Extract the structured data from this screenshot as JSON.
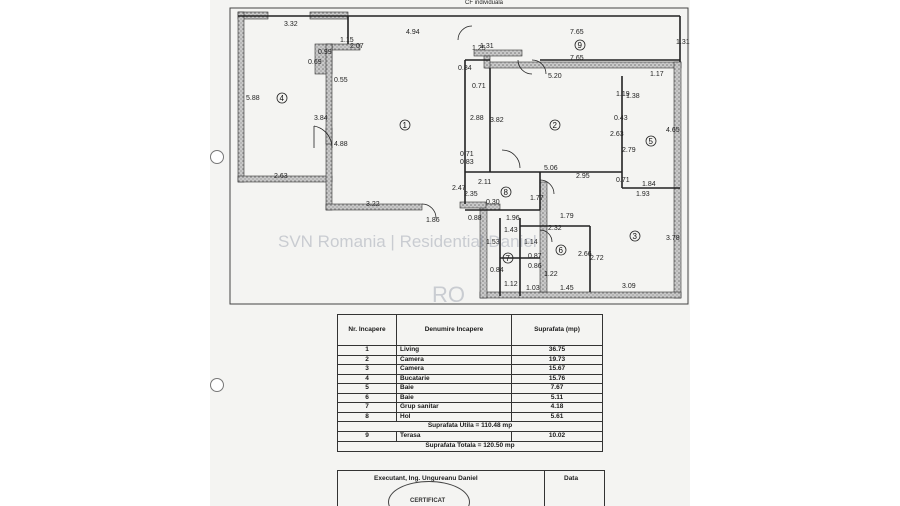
{
  "plan": {
    "header_fragment": "CF individuala",
    "dimensions": {
      "d332": "3.32",
      "d494": "4.94",
      "d765a": "7.65",
      "d765b": "7.65",
      "d131a": "1.31",
      "d131b": "1.31",
      "d125": "1.25",
      "d099": "0.99",
      "d115": "1.15",
      "d207": "2.07",
      "d069": "0.69",
      "d055": "0.55",
      "d588": "5.88",
      "d384": "3.84",
      "d488": "4.88",
      "d263": "2.63",
      "d322": "3.22",
      "d084": "0.84",
      "d071a": "0.71",
      "d520": "5.20",
      "d117": "1.17",
      "d119": "1.19",
      "d138": "1.38",
      "d043": "0.43",
      "d465": "4.65",
      "d288": "2.88",
      "d382": "3.82",
      "d263b": "2.63",
      "d279": "2.79",
      "d071b": "0.71",
      "d083": "0.83",
      "d506": "5.06",
      "d211": "2.11",
      "d295": "2.95",
      "d184": "1.84",
      "d247": "2.47",
      "d235": "2.35",
      "d030": "0.30",
      "d177": "1.77",
      "d193": "1.93",
      "d186": "1.86",
      "d088": "0.88",
      "d196": "1.96",
      "d179": "1.79",
      "d143": "1.43",
      "d232": "2.32",
      "d378": "3.78",
      "d153": "1.53",
      "d114": "1.14",
      "d087": "0.87",
      "d266": "2.66",
      "d272": "2.72",
      "d084b": "0.84",
      "d086": "0.86",
      "d122": "1.22",
      "d112": "1.12",
      "d103": "1.03",
      "d145": "1.45",
      "d309": "3.09",
      "d071c": "0.71"
    },
    "rooms": [
      "1",
      "2",
      "3",
      "4",
      "5",
      "6",
      "7",
      "8",
      "9"
    ]
  },
  "table": {
    "header": {
      "nr": "Nr. Incapere",
      "name": "Denumire Incapere",
      "area": "Suprafata (mp)"
    },
    "rows": [
      {
        "nr": "1",
        "name": "Living",
        "area": "36.75"
      },
      {
        "nr": "2",
        "name": "Camera",
        "area": "19.73"
      },
      {
        "nr": "3",
        "name": "Camera",
        "area": "15.67"
      },
      {
        "nr": "4",
        "name": "Bucatarie",
        "area": "15.76"
      },
      {
        "nr": "5",
        "name": "Baie",
        "area": "7.67"
      },
      {
        "nr": "6",
        "name": "Baie",
        "area": "5.11"
      },
      {
        "nr": "7",
        "name": "Grup sanitar",
        "area": "4.18"
      },
      {
        "nr": "8",
        "name": "Hol",
        "area": "5.61"
      }
    ],
    "useful_total": "Suprafata Utila = 110.48 mp",
    "terrace": {
      "nr": "9",
      "name": "Terasa",
      "area": "10.02"
    },
    "grand_total": "Suprafata Totala = 120.50 mp"
  },
  "signature": {
    "executant": "Executant, Ing. Ungureanu Daniel",
    "date_label": "Data",
    "stamp_text": "CERTIFICAT"
  },
  "watermark": {
    "line1": "SVN Romania | Residential Daniel",
    "line2": "RO"
  }
}
